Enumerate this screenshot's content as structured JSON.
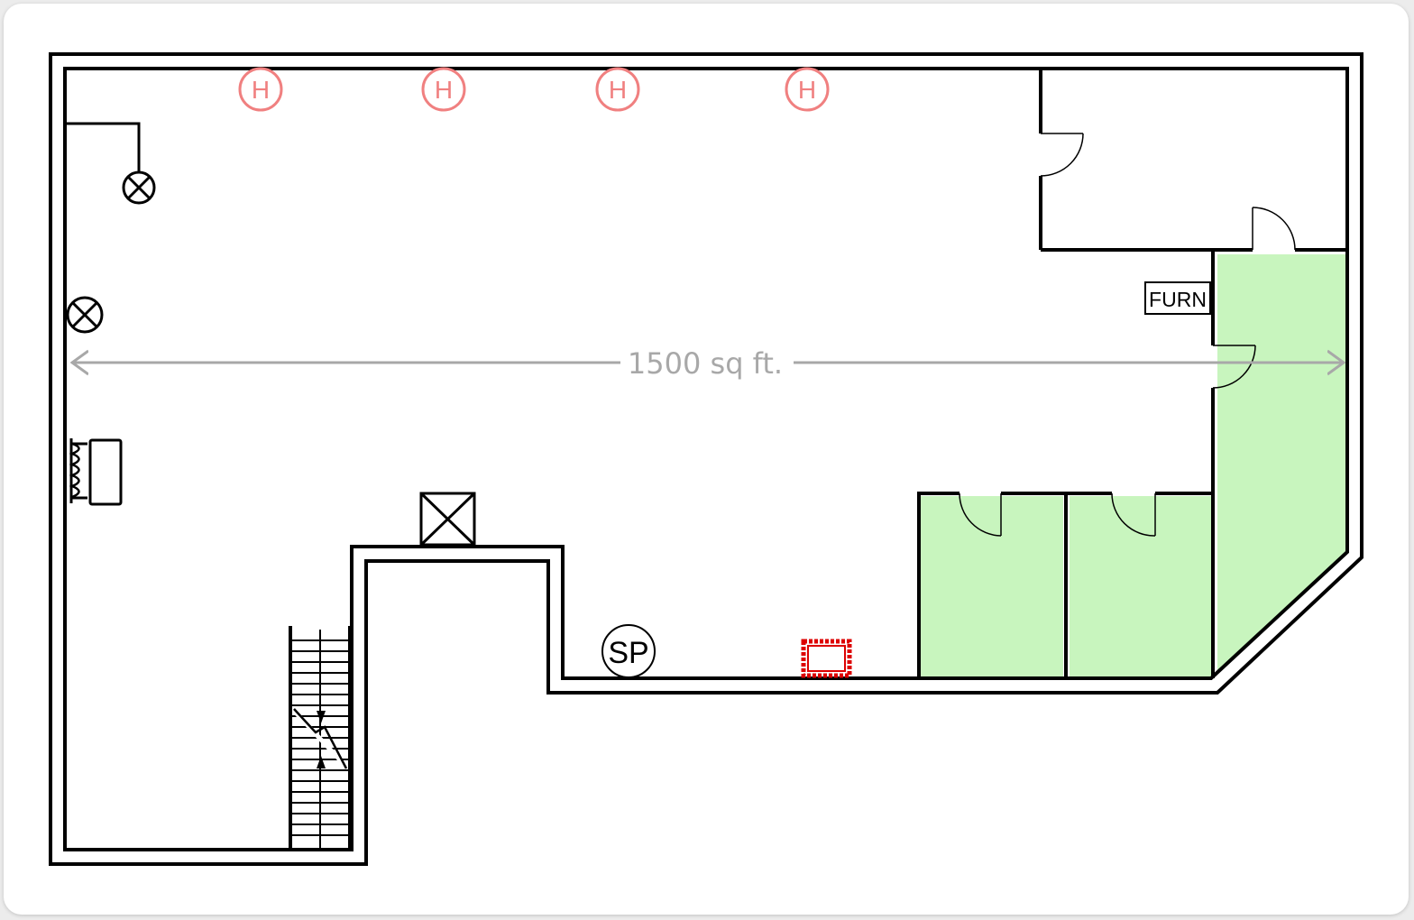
{
  "floorplan": {
    "area_label": "1500 sq ft.",
    "furnace_label": "FURN",
    "sump_pump_label": "SP",
    "heater_label": "H",
    "heater_count": 4
  },
  "colors": {
    "wall": "#000000",
    "finished_room_fill": "#c8f5be",
    "heater": "#f08080",
    "dimension": "#a8a8a8",
    "hazard": "#dd0000"
  },
  "icons": [
    "ceiling-light-icon",
    "baseboard-heater-icon",
    "electrical-panel-icon",
    "sump-pump-icon",
    "furnace-icon",
    "staircase-icon",
    "hazard-marker-icon"
  ]
}
